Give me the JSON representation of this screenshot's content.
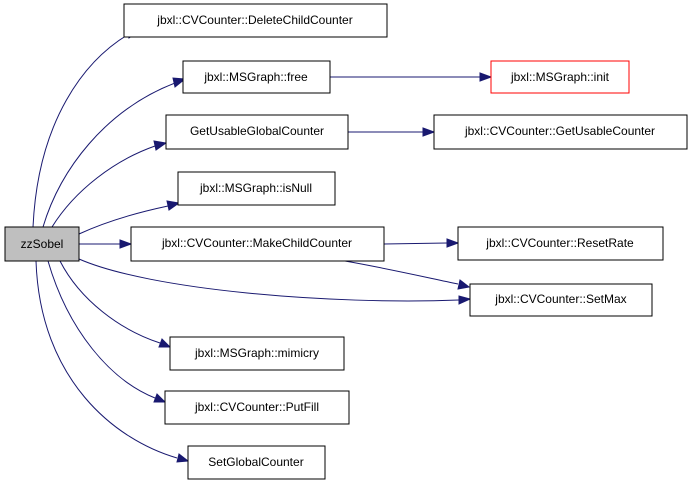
{
  "graph": {
    "edge_color": "#191970",
    "root_fill": "#bfbfbf",
    "missing_node_border": "#ff0000",
    "nodes": {
      "zzSobel": "zzSobel",
      "delete_child_counter": "jbxl::CVCounter::DeleteChildCounter",
      "msgraph_free": "jbxl::MSGraph::free",
      "msgraph_init": "jbxl::MSGraph::init",
      "get_usable_global_counter": "GetUsableGlobalCounter",
      "get_usable_counter": "jbxl::CVCounter::GetUsableCounter",
      "msgraph_is_null": "jbxl::MSGraph::isNull",
      "make_child_counter": "jbxl::CVCounter::MakeChildCounter",
      "reset_rate": "jbxl::CVCounter::ResetRate",
      "set_max": "jbxl::CVCounter::SetMax",
      "msgraph_mimicry": "jbxl::MSGraph::mimicry",
      "put_fill": "jbxl::CVCounter::PutFill",
      "set_global_counter": "SetGlobalCounter"
    }
  }
}
